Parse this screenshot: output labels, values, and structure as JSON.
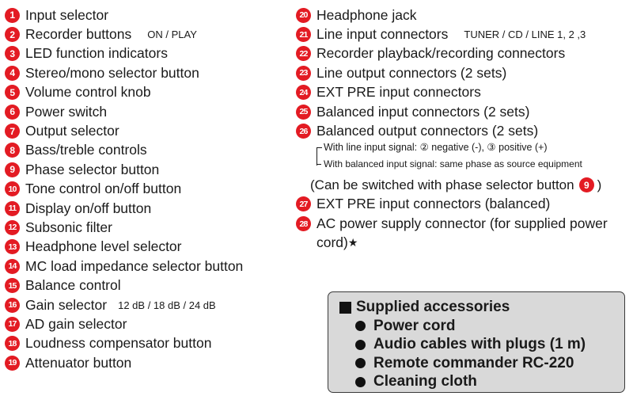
{
  "left_items": [
    {
      "num": "1",
      "label": "Input selector"
    },
    {
      "num": "2",
      "label": "Recorder buttons",
      "sub": "ON / PLAY"
    },
    {
      "num": "3",
      "label": "LED function indicators"
    },
    {
      "num": "4",
      "label": "Stereo/mono selector button"
    },
    {
      "num": "5",
      "label": "Volume control knob"
    },
    {
      "num": "6",
      "label": "Power switch"
    },
    {
      "num": "7",
      "label": "Output selector"
    },
    {
      "num": "8",
      "label": "Bass/treble controls"
    },
    {
      "num": "9",
      "label": "Phase selector button"
    },
    {
      "num": "10",
      "label": "Tone control on/off button"
    },
    {
      "num": "11",
      "label": "Display on/off button"
    },
    {
      "num": "12",
      "label": "Subsonic filter"
    },
    {
      "num": "13",
      "label": "Headphone level selector"
    },
    {
      "num": "14",
      "label": "MC load impedance selector button"
    },
    {
      "num": "15",
      "label": "Balance control"
    },
    {
      "num": "16",
      "label": "Gain selector",
      "sub": "12 dB / 18 dB / 24 dB"
    },
    {
      "num": "17",
      "label": "AD gain selector"
    },
    {
      "num": "18",
      "label": "Loudness compensator button"
    },
    {
      "num": "19",
      "label": "Attenuator button"
    }
  ],
  "right_items": [
    {
      "num": "20",
      "label": "Headphone jack"
    },
    {
      "num": "21",
      "label": "Line input connectors",
      "sub": "TUNER / CD /  LINE 1, 2 ,3"
    },
    {
      "num": "22",
      "label": "Recorder playback/recording connectors"
    },
    {
      "num": "23",
      "label": "Line output connectors (2 sets)"
    },
    {
      "num": "24",
      "label": "EXT PRE input connectors"
    },
    {
      "num": "25",
      "label": "Balanced input connectors (2 sets)"
    },
    {
      "num": "26",
      "label": "Balanced output connectors (2 sets)"
    }
  ],
  "phase_note": {
    "line1": "With line input signal: ② negative (-), ③  positive (+)",
    "line2": "With balanced input signal: same phase as source equipment",
    "switch_before": "(Can be switched with phase selector button",
    "switch_num": "9",
    "switch_after": ")"
  },
  "right_items_2": [
    {
      "num": "27",
      "label": "EXT PRE input connectors (balanced)"
    },
    {
      "num": "28",
      "label": "AC power supply connector (for supplied power cord)",
      "star": "★"
    }
  ],
  "accessories": {
    "title": "Supplied accessories",
    "items": [
      "Power cord",
      "Audio cables with plugs (1 m)",
      "Remote commander RC-220",
      "Cleaning cloth"
    ]
  },
  "colors": {
    "badge": "#e31b23",
    "panel": "#d9d9d9"
  }
}
